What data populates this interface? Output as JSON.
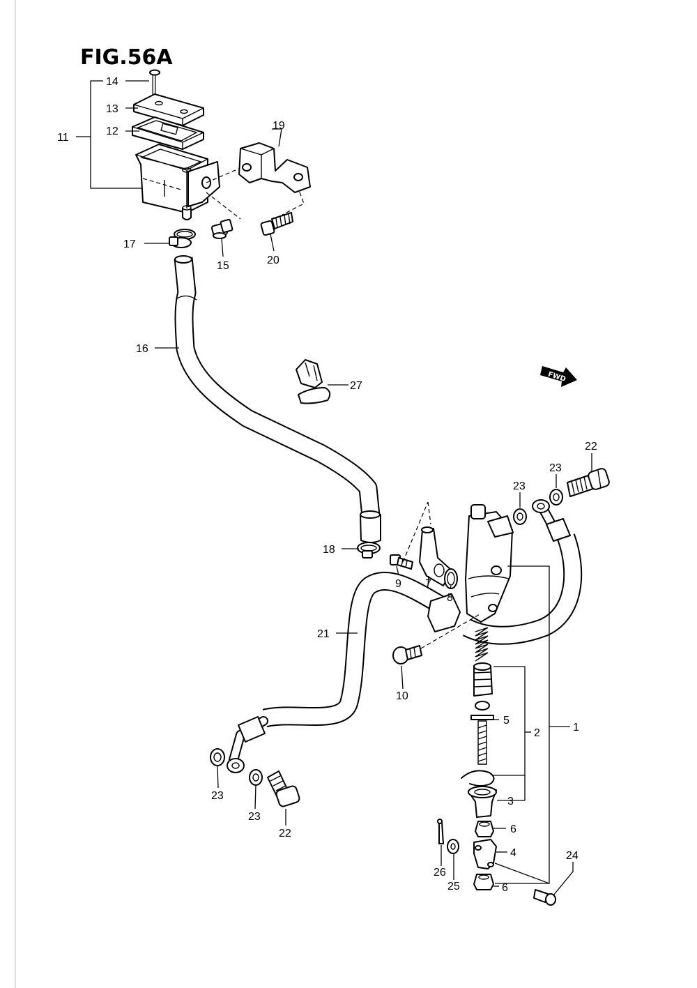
{
  "figure": {
    "title": "FIG.56A"
  },
  "direction_badge": {
    "label": "FWD"
  },
  "callouts": {
    "c1": "1",
    "c2": "2",
    "c3": "3",
    "c4": "4",
    "c5": "5",
    "c6a": "6",
    "c6b": "6",
    "c7": "7",
    "c8": "8",
    "c9": "9",
    "c10": "10",
    "c11": "11",
    "c12": "12",
    "c13": "13",
    "c14": "14",
    "c15": "15",
    "c16": "16",
    "c17": "17",
    "c18": "18",
    "c19": "19",
    "c20": "20",
    "c21": "21",
    "c22a": "22",
    "c22b": "22",
    "c23a": "23",
    "c23b": "23",
    "c23c": "23",
    "c23d": "23",
    "c24": "24",
    "c25": "25",
    "c26": "26",
    "c27": "27"
  }
}
